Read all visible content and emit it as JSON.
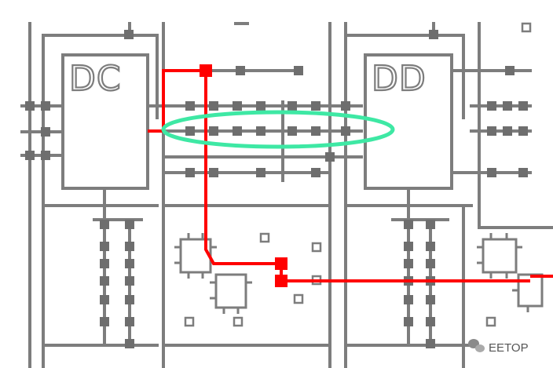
{
  "blocks": {
    "left_label": "DC",
    "right_label": "DD"
  },
  "watermark": {
    "text": "EETOP",
    "icon": "wechat-icon"
  },
  "colors": {
    "wire_gray": "#7d7d7d",
    "pin_dark": "#6e6e6e",
    "route_red": "#ff0000",
    "highlight_green": "#3ee8a4"
  }
}
